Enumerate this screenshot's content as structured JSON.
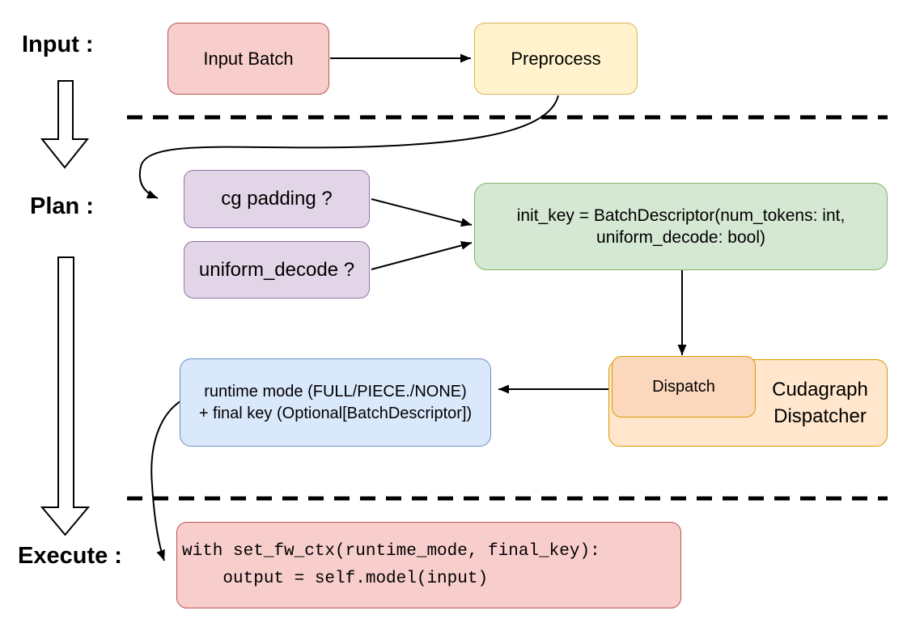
{
  "stages": {
    "input_label": "Input :",
    "plan_label": "Plan :",
    "execute_label": "Execute :"
  },
  "nodes": {
    "input_batch": "Input Batch",
    "preprocess": "Preprocess",
    "cg_padding": "cg padding ?",
    "uniform_decode": "uniform_decode ?",
    "init_key_line1": "init_key = BatchDescriptor(num_tokens: int,",
    "init_key_line2": "uniform_decode: bool)",
    "dispatch": "Dispatch",
    "dispatcher_line1": "Cudagraph",
    "dispatcher_line2": "Dispatcher",
    "runtime_mode_line1": "runtime mode (FULL/PIECE./NONE)",
    "runtime_mode_line2": "+ final key (Optional[BatchDescriptor])",
    "execute_code_line1": "with set_fw_ctx(runtime_mode, final_key):",
    "execute_code_line2": "    output = self.model(input)"
  },
  "colors": {
    "red_fill": "#f8cecc",
    "red_stroke": "#b85450",
    "yellow_fill": "#fff2cc",
    "yellow_stroke": "#d6b656",
    "purple_fill": "#e1d5e7",
    "purple_stroke": "#9673a6",
    "green_fill": "#d5e8d4",
    "green_stroke": "#82b366",
    "blue_fill": "#dae8fc",
    "blue_stroke": "#6c8ebf",
    "orange_fill": "#ffe6cc",
    "orange_inner_fill": "#fbd7bd",
    "orange_stroke": "#d79b00",
    "line_color": "#000000",
    "background": "#ffffff"
  }
}
